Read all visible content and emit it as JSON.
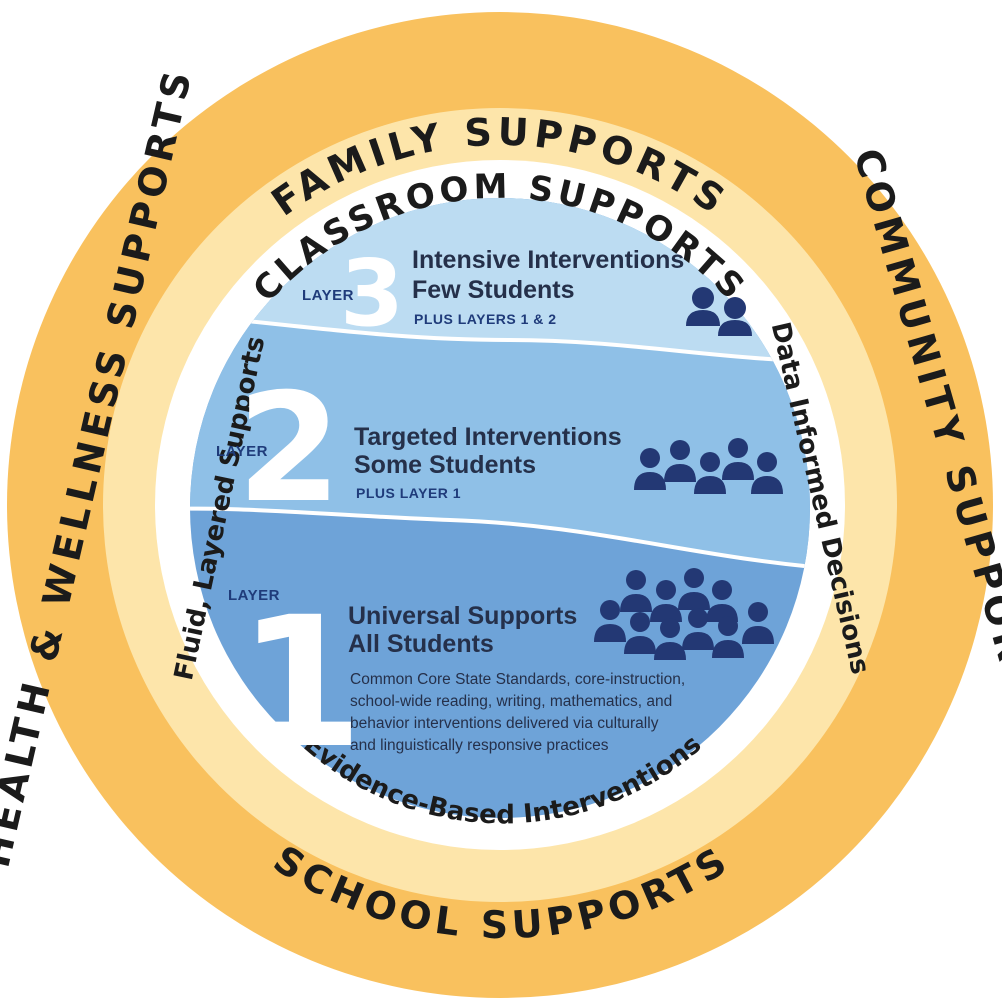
{
  "rings": {
    "family": "FAMILY SUPPORTS",
    "community": "COMMUNITY SUPPORTS",
    "school": "SCHOOL SUPPORTS",
    "health": "HEALTH & WELLNESS SUPPORTS",
    "classroom": "CLASSROOM SUPPORTS"
  },
  "side_labels": {
    "left": "Fluid, Layered Supports",
    "right": "Data Informed Decisions",
    "bottom": "Evidence-Based Interventions"
  },
  "layers": [
    {
      "word": "LAYER",
      "number": "3",
      "title1": "Intensive Interventions",
      "title2": "Few Students",
      "plus": "PLUS LAYERS 1 & 2",
      "people_icon": "two-people-icon"
    },
    {
      "word": "LAYER",
      "number": "2",
      "title1": "Targeted Interventions",
      "title2": "Some Students",
      "plus": "PLUS LAYER 1",
      "people_icon": "group-people-icon"
    },
    {
      "word": "LAYER",
      "number": "1",
      "title1": "Universal Supports",
      "title2": "All Students",
      "desc": [
        "Common Core State Standards, core-instruction,",
        "school-wide reading, writing, mathematics, and",
        "behavior interventions delivered via culturally",
        "and linguistically responsive practices"
      ],
      "people_icon": "crowd-people-icon"
    }
  ],
  "colors": {
    "outer_ring": "#f9c15e",
    "inner_ring": "#fde5aa",
    "layer3": "#bcdcf2",
    "layer2": "#8fc0e7",
    "layer1": "#6ea3d8",
    "people": "#233874"
  }
}
